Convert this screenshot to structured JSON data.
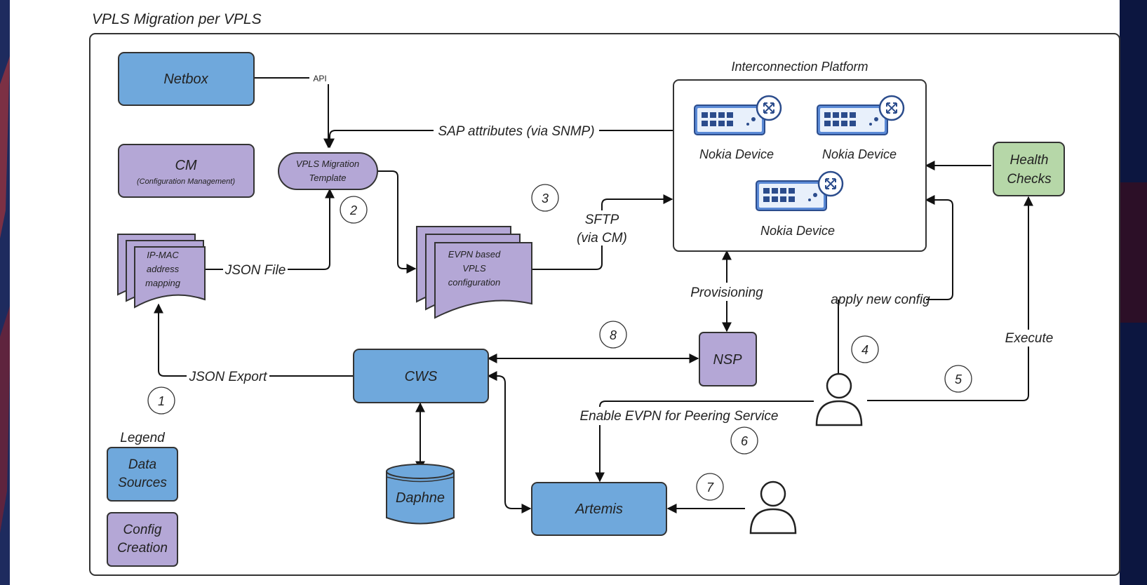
{
  "title": "VPLS Migration per VPLS",
  "colors": {
    "data_source": "#6fa8dc",
    "config_creation": "#b4a7d6",
    "health": "#b6d7a8"
  },
  "nodes": {
    "netbox": "Netbox",
    "cm_title": "CM",
    "cm_subtitle": "(Configuration Management)",
    "template_line1": "VPLS  Migration",
    "template_line2": "Template",
    "ipmac_line1": "IP-MAC",
    "ipmac_line2": "address",
    "ipmac_line3": "mapping",
    "evpn_line1": "EVPN based",
    "evpn_line2": "VPLS",
    "evpn_line3": "configuration",
    "platform_title": "Interconnection Platform",
    "device1": "Nokia Device",
    "device2": "Nokia Device",
    "device3": "Nokia Device",
    "health_line1": "Health",
    "health_line2": "Checks",
    "cws": "CWS",
    "nsp": "NSP",
    "daphne": "Daphne",
    "artemis": "Artemis"
  },
  "edges": {
    "api": "API",
    "sap": "SAP attributes (via SNMP)",
    "json_file": "JSON File",
    "sftp_line1": "SFTP",
    "sftp_line2": "(via CM)",
    "provisioning": "Provisioning",
    "apply": "apply new config",
    "execute": "Execute",
    "json_export": "JSON Export",
    "enable_evpn": "Enable EVPN for Peering Service"
  },
  "steps": [
    "1",
    "2",
    "3",
    "4",
    "5",
    "6",
    "7",
    "8"
  ],
  "legend": {
    "title": "Legend",
    "data_line1": "Data",
    "data_line2": "Sources",
    "config_line1": "Config",
    "config_line2": "Creation"
  }
}
